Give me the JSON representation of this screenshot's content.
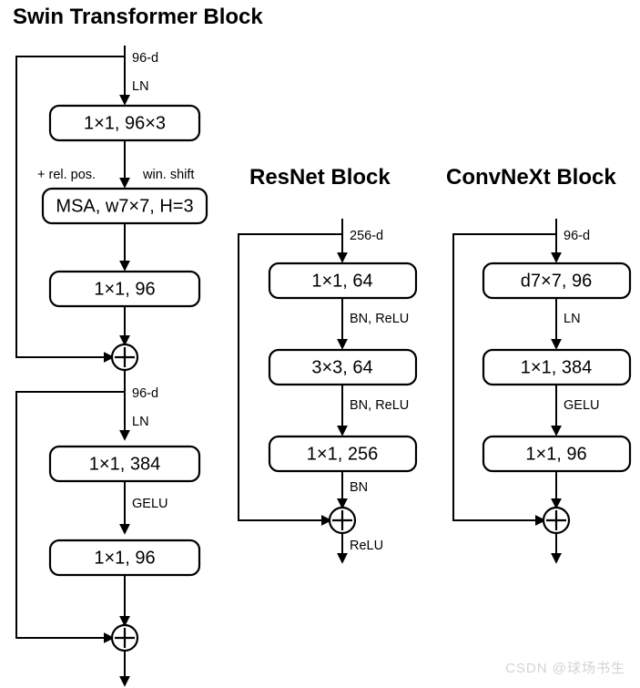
{
  "figure": {
    "kind": "architecture-block-diagram",
    "background": "#ffffff",
    "line_color": "#000000",
    "watermark": "CSDN @球场书生"
  },
  "columns": [
    {
      "id": "swin",
      "title": "Swin Transformer Block",
      "stages": [
        {
          "id": "swin-attention",
          "input_label": "96-d",
          "pre_op": "LN",
          "boxes": [
            {
              "id": "swin-box-qkv",
              "label": "1×1, 96×3"
            },
            {
              "id": "swin-box-msa",
              "label": "MSA, w7×7, H=3"
            },
            {
              "id": "swin-box-proj",
              "label": "1×1, 96"
            }
          ],
          "side_notes": [
            "+ rel. pos.",
            "win. shift"
          ],
          "residual": true,
          "merge_symbol": "⊕"
        },
        {
          "id": "swin-mlp",
          "input_label": "96-d",
          "pre_op": "LN",
          "boxes": [
            {
              "id": "swin-box-mlp-up",
              "label": "1×1, 384"
            },
            {
              "id": "swin-box-mlp-down",
              "label": "1×1, 96"
            }
          ],
          "between_op": "GELU",
          "residual": true,
          "merge_symbol": "⊕"
        }
      ]
    },
    {
      "id": "resnet",
      "title": "ResNet Block",
      "input_label": "256-d",
      "boxes": [
        {
          "id": "resnet-box-1",
          "label": "1×1, 64"
        },
        {
          "id": "resnet-box-2",
          "label": "3×3, 64"
        },
        {
          "id": "resnet-box-3",
          "label": "1×1, 256"
        }
      ],
      "edge_ops": [
        "BN, ReLU",
        "BN, ReLU",
        "BN"
      ],
      "post_merge_op": "ReLU",
      "residual": true,
      "merge_symbol": "⊕"
    },
    {
      "id": "convnext",
      "title": "ConvNeXt Block",
      "input_label": "96-d",
      "boxes": [
        {
          "id": "convnext-box-1",
          "label": "d7×7, 96"
        },
        {
          "id": "convnext-box-2",
          "label": "1×1, 384"
        },
        {
          "id": "convnext-box-3",
          "label": "1×1, 96"
        }
      ],
      "edge_ops": [
        "LN",
        "GELU"
      ],
      "residual": true,
      "merge_symbol": "⊕"
    }
  ],
  "labels": {
    "swin_title": "Swin Transformer Block",
    "resnet_title": "ResNet Block",
    "convnext_title": "ConvNeXt Block",
    "swin_in_1": "96-d",
    "swin_ln_1": "LN",
    "swin_b1": "1×1, 96×3",
    "swin_relpos": "+ rel. pos.",
    "swin_winshift": "win. shift",
    "swin_b2": "MSA, w7×7, H=3",
    "swin_b3": "1×1, 96",
    "swin_in_2": "96-d",
    "swin_ln_2": "LN",
    "swin_b4": "1×1, 384",
    "swin_gelu": "GELU",
    "swin_b5": "1×1, 96",
    "resnet_in": "256-d",
    "resnet_b1": "1×1, 64",
    "resnet_e1": "BN, ReLU",
    "resnet_b2": "3×3, 64",
    "resnet_e2": "BN, ReLU",
    "resnet_b3": "1×1, 256",
    "resnet_e3": "BN",
    "resnet_relu": "ReLU",
    "convnext_in": "96-d",
    "convnext_b1": "d7×7, 96",
    "convnext_e1": "LN",
    "convnext_b2": "1×1, 384",
    "convnext_e2": "GELU",
    "convnext_b3": "1×1, 96",
    "watermark": "CSDN @球场书生"
  }
}
